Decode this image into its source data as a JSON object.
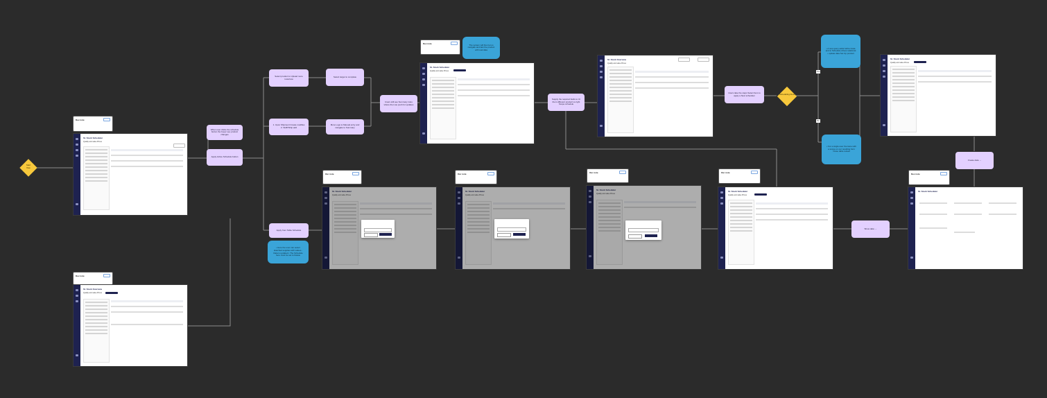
{
  "colors": {
    "canvas": "#2b2b2b",
    "wire": "#8c8c8c",
    "sidebar": "#1e2250",
    "step": "#e3d0ff",
    "callout": "#3aa4d8",
    "decision": "#f7c83c"
  },
  "frames": {
    "title": "St. Stock Scheduler",
    "title_alt": "St. Stock Overview",
    "subtitle": "Quality and value Prices"
  },
  "notes": {
    "title": "Dev note",
    "title_alt": "Our note"
  },
  "start": {
    "label": "Start\nflow"
  },
  "steps": {
    "s_left1": "When user clicks the schedule button the buyer see product changes",
    "s_left2": "Apply Active Schedule button",
    "s_up1": "Select product to Upload more rows/new",
    "s_up2": "Select target to complete",
    "s_mid1": "1. Upon Shipment Create modifies 2. SHIP/Ship add",
    "s_mid2": "More Logs to Manual entry and navigate to Summary",
    "s_join": "Users still see Summary rules where then we push for updates",
    "s_top2": "Supply the required fields to UI them different product vs right Scope schedule",
    "s_top3": "Users take the steps Select Item to apply a Next scheduler",
    "s_down": "Apply from Table Schedule",
    "s_summary": "Show data →",
    "s_right": "Create data →"
  },
  "callouts": {
    "c1": "The system will then let us navigate and fast the product with real data",
    "c2": "• Here the user can select sketched supplies with values - Data is updated • The Schedule here must be set to Delete",
    "c3": "• A new query adds further data and to Schedule drives relational • update data Set Up product",
    "c4": "• For a single user the Here with a scope on our resulting form Close table reload"
  },
  "decision": {
    "label": "Scheduling Flow"
  },
  "edge_labels": {
    "yes": "Yes",
    "no": "No"
  }
}
